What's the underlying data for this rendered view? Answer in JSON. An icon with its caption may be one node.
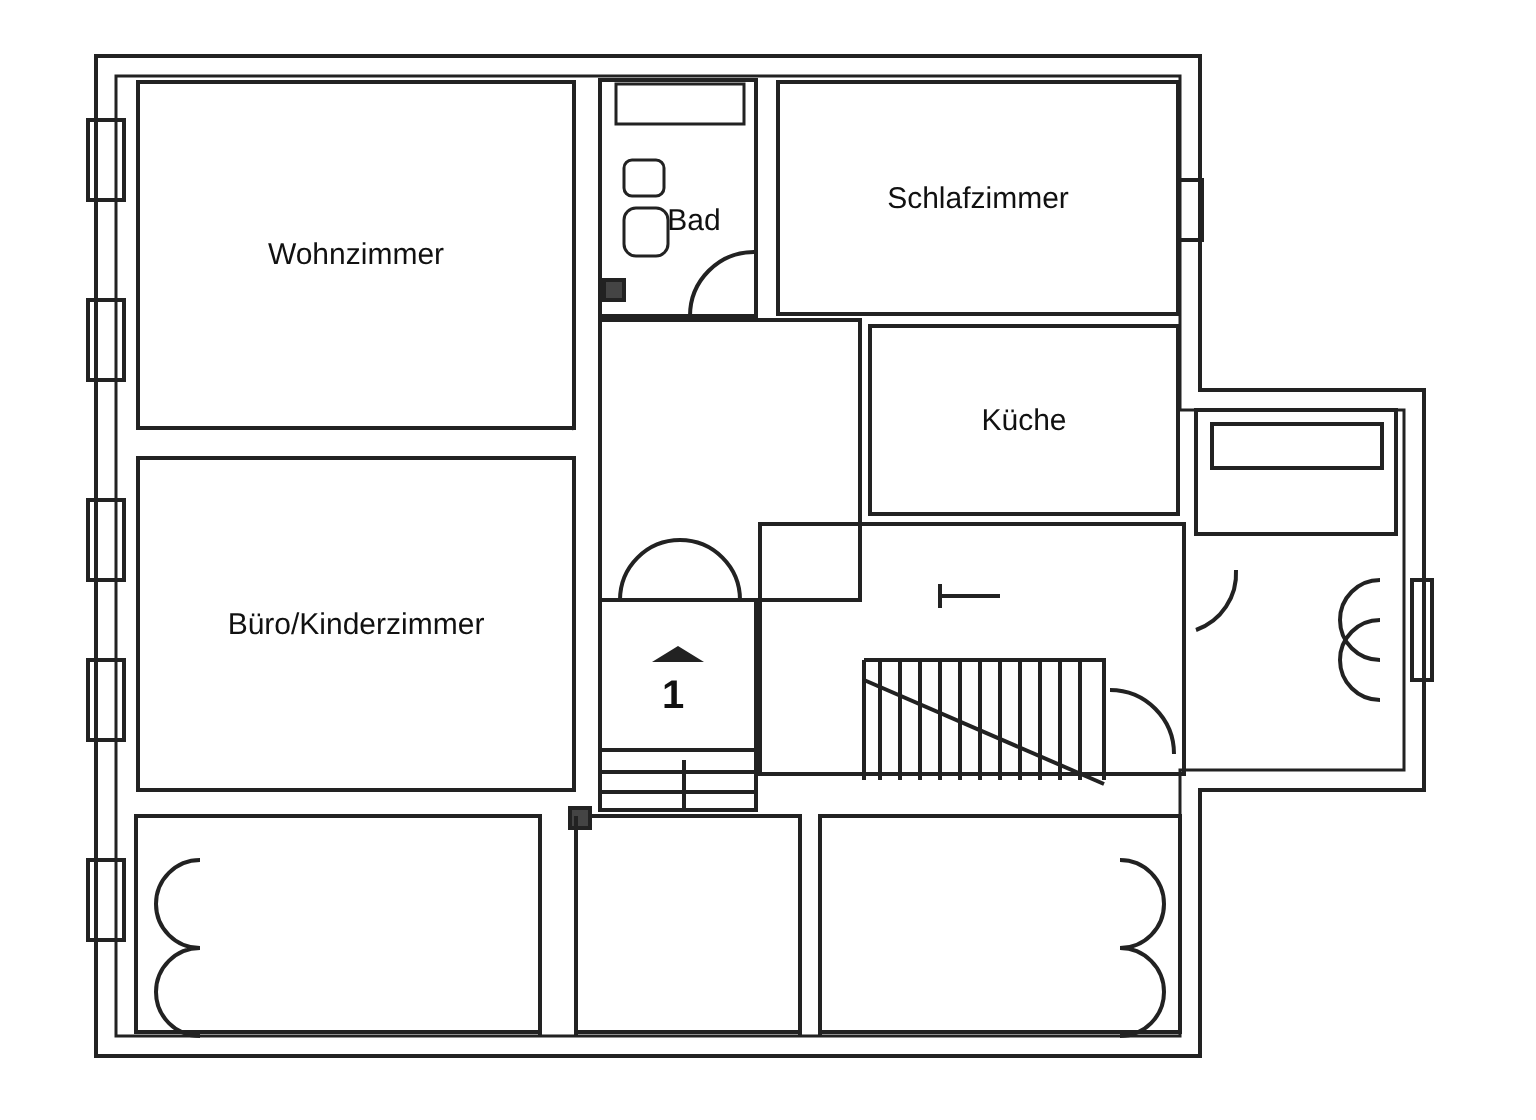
{
  "diagram": {
    "nodes": [
      {
        "text": [
          "Wohnzimmer"
        ]
      },
      {
        "text": [
          "Bad"
        ]
      },
      {
        "text": [
          "Schlafzimmer"
        ]
      },
      {
        "text": [
          "Küche"
        ]
      },
      {
        "text": [
          "Büro/Kinderzimmer"
        ]
      }
    ],
    "edges": [],
    "labels": [
      "1"
    ]
  }
}
